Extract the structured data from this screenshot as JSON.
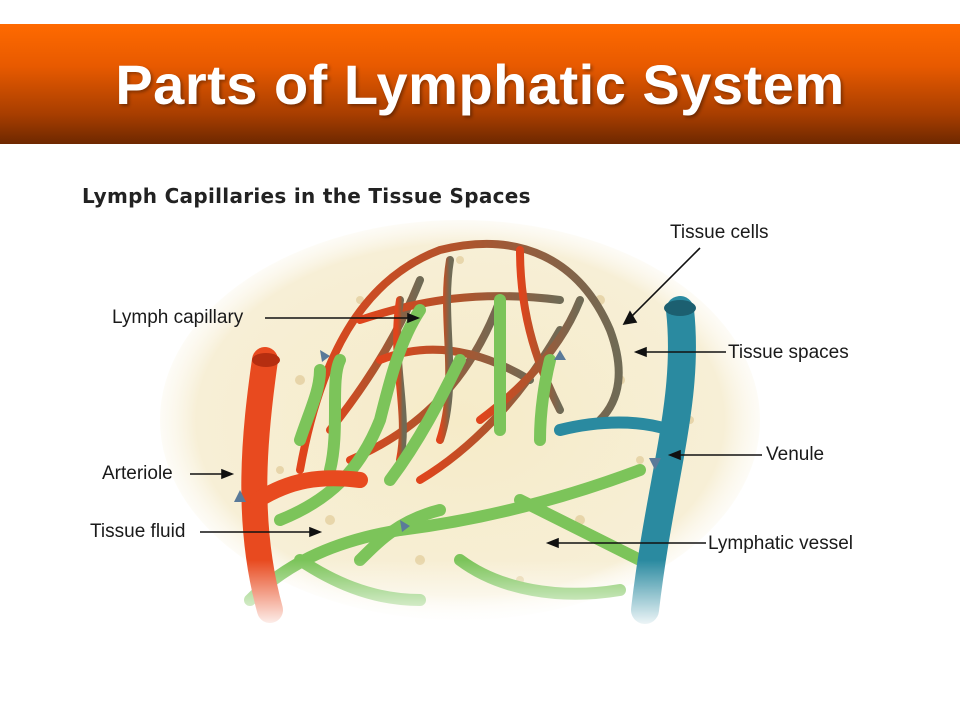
{
  "slide": {
    "title": "Parts of Lymphatic System",
    "title_bar_color": "#ff6a00"
  },
  "diagram": {
    "heading": "Lymph Capillaries in the Tissue Spaces",
    "labels": {
      "tissue_cells": "Tissue cells",
      "lymph_capillary": "Lymph capillary",
      "tissue_spaces": "Tissue spaces",
      "arteriole": "Arteriole",
      "venule": "Venule",
      "tissue_fluid": "Tissue fluid",
      "lymphatic_vessel": "Lymphatic vessel"
    },
    "colors": {
      "arteriole": "#e84a1f",
      "venule": "#2a8aa0",
      "lymph": "#7cc45a",
      "tissue": "#f4e8c4"
    }
  }
}
